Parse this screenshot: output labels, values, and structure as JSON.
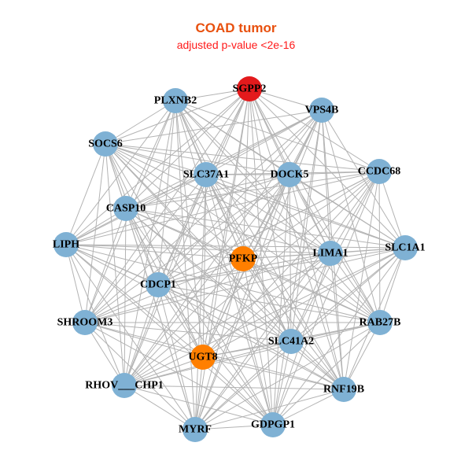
{
  "header": {
    "title": "COAD tumor",
    "subtitle": "adjusted p-value <2e-16"
  },
  "colors": {
    "title": "#e8500e",
    "subtitle": "#ff1a1a",
    "edge": "#b3b3b3",
    "node_default": "#7fb1d4",
    "node_orange": "#ff7f00",
    "node_red": "#e31a1c"
  },
  "network": {
    "nodes": [
      {
        "id": "SGPP2",
        "label": "SGPP2",
        "color_key": "node_red"
      },
      {
        "id": "PLXNB2",
        "label": "PLXNB2",
        "color_key": "node_default"
      },
      {
        "id": "VPS4B",
        "label": "VPS4B",
        "color_key": "node_default"
      },
      {
        "id": "SOCS6",
        "label": "SOCS6",
        "color_key": "node_default"
      },
      {
        "id": "SLC37A1",
        "label": "SLC37A1",
        "color_key": "node_default"
      },
      {
        "id": "DOCK5",
        "label": "DOCK5",
        "color_key": "node_default"
      },
      {
        "id": "CCDC68",
        "label": "CCDC68",
        "color_key": "node_default"
      },
      {
        "id": "CASP10",
        "label": "CASP10",
        "color_key": "node_default"
      },
      {
        "id": "LIPH",
        "label": "LIPH",
        "color_key": "node_default"
      },
      {
        "id": "PFKP",
        "label": "PFKP",
        "color_key": "node_orange"
      },
      {
        "id": "LIMA1",
        "label": "LIMA1",
        "color_key": "node_default"
      },
      {
        "id": "SLC1A1",
        "label": "SLC1A1",
        "color_key": "node_default"
      },
      {
        "id": "CDCP1",
        "label": "CDCP1",
        "color_key": "node_default"
      },
      {
        "id": "SHROOM3",
        "label": "SHROOM3",
        "color_key": "node_default"
      },
      {
        "id": "RAB27B",
        "label": "RAB27B",
        "color_key": "node_default"
      },
      {
        "id": "UGT8",
        "label": "UGT8",
        "color_key": "node_orange"
      },
      {
        "id": "SLC41A2",
        "label": "SLC41A2",
        "color_key": "node_default"
      },
      {
        "id": "RHOV___CHP1",
        "label": "RHOV___CHP1",
        "color_key": "node_default"
      },
      {
        "id": "RNF19B",
        "label": "RNF19B",
        "color_key": "node_default"
      },
      {
        "id": "MYRF",
        "label": "MYRF",
        "color_key": "node_default"
      },
      {
        "id": "GDPGP1",
        "label": "GDPGP1",
        "color_key": "node_default"
      }
    ],
    "edges": [
      [
        "SGPP2",
        "PLXNB2"
      ],
      [
        "SGPP2",
        "VPS4B"
      ],
      [
        "SGPP2",
        "SOCS6"
      ],
      [
        "SGPP2",
        "SLC37A1"
      ],
      [
        "SGPP2",
        "DOCK5"
      ],
      [
        "SGPP2",
        "CCDC68"
      ],
      [
        "SGPP2",
        "CASP10"
      ],
      [
        "SGPP2",
        "LIPH"
      ],
      [
        "SGPP2",
        "PFKP"
      ],
      [
        "SGPP2",
        "LIMA1"
      ],
      [
        "SGPP2",
        "SLC1A1"
      ],
      [
        "SGPP2",
        "CDCP1"
      ],
      [
        "SGPP2",
        "SHROOM3"
      ],
      [
        "SGPP2",
        "RAB27B"
      ],
      [
        "SGPP2",
        "UGT8"
      ],
      [
        "SGPP2",
        "SLC41A2"
      ],
      [
        "SGPP2",
        "RHOV___CHP1"
      ],
      [
        "SGPP2",
        "RNF19B"
      ],
      [
        "SGPP2",
        "MYRF"
      ],
      [
        "SGPP2",
        "GDPGP1"
      ],
      [
        "PLXNB2",
        "SOCS6"
      ],
      [
        "PLXNB2",
        "SLC37A1"
      ],
      [
        "PLXNB2",
        "DOCK5"
      ],
      [
        "PLXNB2",
        "CCDC68"
      ],
      [
        "PLXNB2",
        "CASP10"
      ],
      [
        "PLXNB2",
        "LIPH"
      ],
      [
        "PLXNB2",
        "PFKP"
      ],
      [
        "PLXNB2",
        "LIMA1"
      ],
      [
        "PLXNB2",
        "SLC1A1"
      ],
      [
        "PLXNB2",
        "CDCP1"
      ],
      [
        "PLXNB2",
        "SHROOM3"
      ],
      [
        "PLXNB2",
        "RAB27B"
      ],
      [
        "PLXNB2",
        "UGT8"
      ],
      [
        "PLXNB2",
        "SLC41A2"
      ],
      [
        "PLXNB2",
        "RHOV___CHP1"
      ],
      [
        "PLXNB2",
        "RNF19B"
      ],
      [
        "PLXNB2",
        "MYRF"
      ],
      [
        "PLXNB2",
        "GDPGP1"
      ],
      [
        "VPS4B",
        "SOCS6"
      ],
      [
        "VPS4B",
        "SLC37A1"
      ],
      [
        "VPS4B",
        "DOCK5"
      ],
      [
        "VPS4B",
        "CASP10"
      ],
      [
        "VPS4B",
        "LIPH"
      ],
      [
        "VPS4B",
        "PFKP"
      ],
      [
        "VPS4B",
        "LIMA1"
      ],
      [
        "VPS4B",
        "SLC1A1"
      ],
      [
        "VPS4B",
        "CDCP1"
      ],
      [
        "VPS4B",
        "SHROOM3"
      ],
      [
        "VPS4B",
        "RAB27B"
      ],
      [
        "VPS4B",
        "UGT8"
      ],
      [
        "VPS4B",
        "SLC41A2"
      ],
      [
        "VPS4B",
        "RHOV___CHP1"
      ],
      [
        "VPS4B",
        "RNF19B"
      ],
      [
        "VPS4B",
        "MYRF"
      ],
      [
        "VPS4B",
        "GDPGP1"
      ],
      [
        "SOCS6",
        "SLC37A1"
      ],
      [
        "SOCS6",
        "DOCK5"
      ],
      [
        "SOCS6",
        "CCDC68"
      ],
      [
        "SOCS6",
        "CASP10"
      ],
      [
        "SOCS6",
        "LIPH"
      ],
      [
        "SOCS6",
        "PFKP"
      ],
      [
        "SOCS6",
        "LIMA1"
      ],
      [
        "SOCS6",
        "SLC1A1"
      ],
      [
        "SOCS6",
        "CDCP1"
      ],
      [
        "SOCS6",
        "SHROOM3"
      ],
      [
        "SOCS6",
        "RAB27B"
      ],
      [
        "SOCS6",
        "UGT8"
      ],
      [
        "SOCS6",
        "SLC41A2"
      ],
      [
        "SOCS6",
        "RHOV___CHP1"
      ],
      [
        "SOCS6",
        "RNF19B"
      ],
      [
        "SOCS6",
        "MYRF"
      ],
      [
        "SOCS6",
        "GDPGP1"
      ],
      [
        "SLC37A1",
        "DOCK5"
      ],
      [
        "SLC37A1",
        "CCDC68"
      ],
      [
        "SLC37A1",
        "CASP10"
      ],
      [
        "SLC37A1",
        "LIPH"
      ],
      [
        "SLC37A1",
        "PFKP"
      ],
      [
        "SLC37A1",
        "LIMA1"
      ],
      [
        "SLC37A1",
        "SLC1A1"
      ],
      [
        "SLC37A1",
        "CDCP1"
      ],
      [
        "SLC37A1",
        "SHROOM3"
      ],
      [
        "SLC37A1",
        "RAB27B"
      ],
      [
        "SLC37A1",
        "UGT8"
      ],
      [
        "SLC37A1",
        "SLC41A2"
      ],
      [
        "SLC37A1",
        "RHOV___CHP1"
      ],
      [
        "SLC37A1",
        "RNF19B"
      ],
      [
        "SLC37A1",
        "MYRF"
      ],
      [
        "SLC37A1",
        "GDPGP1"
      ],
      [
        "DOCK5",
        "CCDC68"
      ],
      [
        "DOCK5",
        "CASP10"
      ],
      [
        "DOCK5",
        "LIPH"
      ],
      [
        "DOCK5",
        "PFKP"
      ],
      [
        "DOCK5",
        "LIMA1"
      ],
      [
        "DOCK5",
        "SLC1A1"
      ],
      [
        "DOCK5",
        "CDCP1"
      ],
      [
        "DOCK5",
        "SHROOM3"
      ],
      [
        "DOCK5",
        "RAB27B"
      ],
      [
        "DOCK5",
        "UGT8"
      ],
      [
        "DOCK5",
        "SLC41A2"
      ],
      [
        "DOCK5",
        "RHOV___CHP1"
      ],
      [
        "DOCK5",
        "RNF19B"
      ],
      [
        "DOCK5",
        "MYRF"
      ],
      [
        "DOCK5",
        "GDPGP1"
      ],
      [
        "CCDC68",
        "CASP10"
      ],
      [
        "CCDC68",
        "LIPH"
      ],
      [
        "CCDC68",
        "PFKP"
      ],
      [
        "CCDC68",
        "LIMA1"
      ],
      [
        "CCDC68",
        "SLC1A1"
      ],
      [
        "CCDC68",
        "CDCP1"
      ],
      [
        "CCDC68",
        "SHROOM3"
      ],
      [
        "CCDC68",
        "RAB27B"
      ],
      [
        "CCDC68",
        "UGT8"
      ],
      [
        "CCDC68",
        "SLC41A2"
      ],
      [
        "CCDC68",
        "RHOV___CHP1"
      ],
      [
        "CCDC68",
        "RNF19B"
      ],
      [
        "CCDC68",
        "MYRF"
      ],
      [
        "CCDC68",
        "GDPGP1"
      ],
      [
        "CASP10",
        "LIPH"
      ],
      [
        "CASP10",
        "PFKP"
      ],
      [
        "CASP10",
        "LIMA1"
      ],
      [
        "CASP10",
        "SLC1A1"
      ],
      [
        "CASP10",
        "CDCP1"
      ],
      [
        "CASP10",
        "SHROOM3"
      ],
      [
        "CASP10",
        "RAB27B"
      ],
      [
        "CASP10",
        "UGT8"
      ],
      [
        "CASP10",
        "SLC41A2"
      ],
      [
        "CASP10",
        "RHOV___CHP1"
      ],
      [
        "CASP10",
        "RNF19B"
      ],
      [
        "CASP10",
        "MYRF"
      ],
      [
        "CASP10",
        "GDPGP1"
      ],
      [
        "LIPH",
        "PFKP"
      ],
      [
        "LIPH",
        "LIMA1"
      ],
      [
        "LIPH",
        "SLC1A1"
      ],
      [
        "LIPH",
        "CDCP1"
      ],
      [
        "LIPH",
        "SHROOM3"
      ],
      [
        "LIPH",
        "RAB27B"
      ],
      [
        "LIPH",
        "UGT8"
      ],
      [
        "LIPH",
        "SLC41A2"
      ],
      [
        "LIPH",
        "RHOV___CHP1"
      ],
      [
        "LIPH",
        "RNF19B"
      ],
      [
        "LIPH",
        "MYRF"
      ],
      [
        "LIPH",
        "GDPGP1"
      ],
      [
        "PFKP",
        "LIMA1"
      ],
      [
        "PFKP",
        "SLC1A1"
      ],
      [
        "PFKP",
        "CDCP1"
      ],
      [
        "PFKP",
        "SHROOM3"
      ],
      [
        "PFKP",
        "RAB27B"
      ],
      [
        "PFKP",
        "UGT8"
      ],
      [
        "PFKP",
        "SLC41A2"
      ],
      [
        "PFKP",
        "RHOV___CHP1"
      ],
      [
        "PFKP",
        "RNF19B"
      ],
      [
        "PFKP",
        "MYRF"
      ],
      [
        "PFKP",
        "GDPGP1"
      ],
      [
        "LIMA1",
        "SLC1A1"
      ],
      [
        "LIMA1",
        "CDCP1"
      ],
      [
        "LIMA1",
        "SHROOM3"
      ],
      [
        "LIMA1",
        "RAB27B"
      ],
      [
        "LIMA1",
        "UGT8"
      ],
      [
        "LIMA1",
        "SLC41A2"
      ],
      [
        "LIMA1",
        "RHOV___CHP1"
      ],
      [
        "LIMA1",
        "RNF19B"
      ],
      [
        "LIMA1",
        "MYRF"
      ],
      [
        "LIMA1",
        "GDPGP1"
      ],
      [
        "SLC1A1",
        "CDCP1"
      ],
      [
        "SLC1A1",
        "SHROOM3"
      ],
      [
        "SLC1A1",
        "RAB27B"
      ],
      [
        "SLC1A1",
        "UGT8"
      ],
      [
        "SLC1A1",
        "SLC41A2"
      ],
      [
        "SLC1A1",
        "RHOV___CHP1"
      ],
      [
        "SLC1A1",
        "RNF19B"
      ],
      [
        "SLC1A1",
        "MYRF"
      ],
      [
        "SLC1A1",
        "GDPGP1"
      ],
      [
        "CDCP1",
        "SHROOM3"
      ],
      [
        "CDCP1",
        "RAB27B"
      ],
      [
        "CDCP1",
        "UGT8"
      ],
      [
        "CDCP1",
        "SLC41A2"
      ],
      [
        "CDCP1",
        "RHOV___CHP1"
      ],
      [
        "CDCP1",
        "RNF19B"
      ],
      [
        "CDCP1",
        "MYRF"
      ],
      [
        "CDCP1",
        "GDPGP1"
      ],
      [
        "SHROOM3",
        "RAB27B"
      ],
      [
        "SHROOM3",
        "UGT8"
      ],
      [
        "SHROOM3",
        "SLC41A2"
      ],
      [
        "SHROOM3",
        "RHOV___CHP1"
      ],
      [
        "SHROOM3",
        "RNF19B"
      ],
      [
        "SHROOM3",
        "MYRF"
      ],
      [
        "SHROOM3",
        "GDPGP1"
      ],
      [
        "RAB27B",
        "UGT8"
      ],
      [
        "RAB27B",
        "SLC41A2"
      ],
      [
        "RAB27B",
        "RHOV___CHP1"
      ],
      [
        "RAB27B",
        "RNF19B"
      ],
      [
        "RAB27B",
        "MYRF"
      ],
      [
        "RAB27B",
        "GDPGP1"
      ],
      [
        "UGT8",
        "SLC41A2"
      ],
      [
        "UGT8",
        "RHOV___CHP1"
      ],
      [
        "UGT8",
        "RNF19B"
      ],
      [
        "UGT8",
        "MYRF"
      ],
      [
        "UGT8",
        "GDPGP1"
      ],
      [
        "SLC41A2",
        "RHOV___CHP1"
      ],
      [
        "SLC41A2",
        "RNF19B"
      ],
      [
        "SLC41A2",
        "MYRF"
      ],
      [
        "SLC41A2",
        "GDPGP1"
      ],
      [
        "RHOV___CHP1",
        "RNF19B"
      ],
      [
        "RHOV___CHP1",
        "MYRF"
      ],
      [
        "RHOV___CHP1",
        "GDPGP1"
      ],
      [
        "RNF19B",
        "MYRF"
      ],
      [
        "RNF19B",
        "GDPGP1"
      ],
      [
        "MYRF",
        "GDPGP1"
      ]
    ]
  }
}
